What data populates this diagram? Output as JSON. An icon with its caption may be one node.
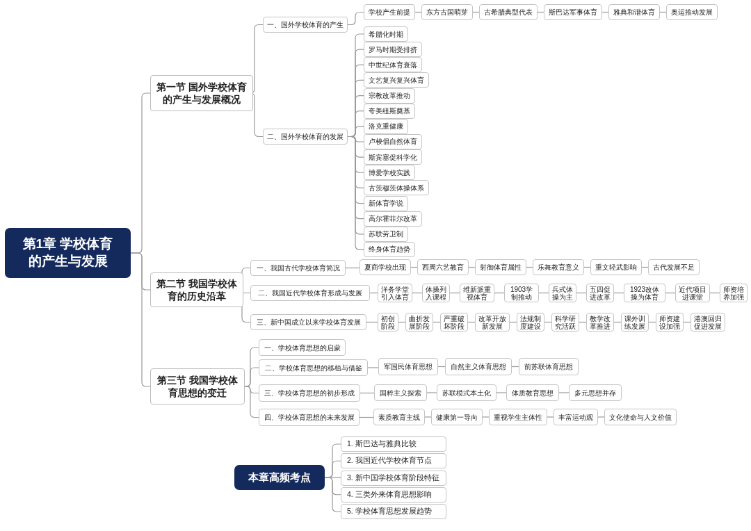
{
  "diagram": {
    "nodes": [
      {
        "text": [
          "第1章 学校体育的产生与发展"
        ]
      },
      {
        "text": [
          "第一节 国外学校体育的产生与发展概况"
        ]
      },
      {
        "text": [
          "一、国外学校体育的产生"
        ]
      },
      {
        "text": [
          "学校产生前提"
        ]
      },
      {
        "text": [
          "东方古国萌芽"
        ]
      },
      {
        "text": [
          "古希腊典型代表"
        ]
      },
      {
        "text": [
          "斯巴达军事体育"
        ]
      },
      {
        "text": [
          "雅典和谐体育"
        ]
      },
      {
        "text": [
          "奥运推动发展"
        ]
      },
      {
        "text": [
          "二、国外学校体育的发展"
        ]
      },
      {
        "text": [
          "希腊化时期"
        ]
      },
      {
        "text": [
          "罗马时期受排挤"
        ]
      },
      {
        "text": [
          "中世纪体育衰落"
        ]
      },
      {
        "text": [
          "文艺复兴复兴体育"
        ]
      },
      {
        "text": [
          "宗教改革推动"
        ]
      },
      {
        "text": [
          "夸美纽斯奠基"
        ]
      },
      {
        "text": [
          "洛克重健康"
        ]
      },
      {
        "text": [
          "卢梭倡自然体育"
        ]
      },
      {
        "text": [
          "斯宾塞促科学化"
        ]
      },
      {
        "text": [
          "博爱学校实践"
        ]
      },
      {
        "text": [
          "古茨穆茨体操体系"
        ]
      },
      {
        "text": [
          "新体育学说"
        ]
      },
      {
        "text": [
          "高尔霍菲尔改革"
        ]
      },
      {
        "text": [
          "苏联劳卫制"
        ]
      },
      {
        "text": [
          "终身体育趋势"
        ]
      },
      {
        "text": [
          "第二节 我国学校体育的历史沿革"
        ]
      },
      {
        "text": [
          "一、我国古代学校体育简况"
        ]
      },
      {
        "text": [
          "夏商学校出现"
        ]
      },
      {
        "text": [
          "西周六艺教育"
        ]
      },
      {
        "text": [
          "射御体育属性"
        ]
      },
      {
        "text": [
          "乐舞教育意义"
        ]
      },
      {
        "text": [
          "重文轻武影响"
        ]
      },
      {
        "text": [
          "古代发展不足"
        ]
      },
      {
        "text": [
          "二、我国近代学校体育形成与发展"
        ]
      },
      {
        "text": [
          "洋务学堂引入体育"
        ]
      },
      {
        "text": [
          "体操列入课程"
        ]
      },
      {
        "text": [
          "维新派重视体育"
        ]
      },
      {
        "text": [
          "1903学制推动"
        ]
      },
      {
        "text": [
          "兵式体操为主"
        ]
      },
      {
        "text": [
          "五四促进改革"
        ]
      },
      {
        "text": [
          "1923改体操为体育"
        ]
      },
      {
        "text": [
          "近代项目进课堂"
        ]
      },
      {
        "text": [
          "师资培养加强"
        ]
      },
      {
        "text": [
          "三、新中国成立以来学校体育发展"
        ]
      },
      {
        "text": [
          "初创阶段"
        ]
      },
      {
        "text": [
          "曲折发展阶段"
        ]
      },
      {
        "text": [
          "严重破坏阶段"
        ]
      },
      {
        "text": [
          "改革开放新发展"
        ]
      },
      {
        "text": [
          "法规制度建设"
        ]
      },
      {
        "text": [
          "科学研究活跃"
        ]
      },
      {
        "text": [
          "教学改革推进"
        ]
      },
      {
        "text": [
          "课外训练发展"
        ]
      },
      {
        "text": [
          "师资建设加强"
        ]
      },
      {
        "text": [
          "港澳回归促进发展"
        ]
      },
      {
        "text": [
          "第三节 我国学校体育思想的变迁"
        ]
      },
      {
        "text": [
          "一、学校体育思想的启蒙"
        ]
      },
      {
        "text": [
          "二、学校体育思想的移植与借鉴"
        ]
      },
      {
        "text": [
          "军国民体育思想"
        ]
      },
      {
        "text": [
          "自然主义体育思想"
        ]
      },
      {
        "text": [
          "前苏联体育思想"
        ]
      },
      {
        "text": [
          "三、学校体育思想的初步形成"
        ]
      },
      {
        "text": [
          "国粹主义探索"
        ]
      },
      {
        "text": [
          "苏联模式本土化"
        ]
      },
      {
        "text": [
          "体质教育思想"
        ]
      },
      {
        "text": [
          "多元思想并存"
        ]
      },
      {
        "text": [
          "四、学校体育思想的未来发展"
        ]
      },
      {
        "text": [
          "素质教育主线"
        ]
      },
      {
        "text": [
          "健康第一导向"
        ]
      },
      {
        "text": [
          "重视学生主体性"
        ]
      },
      {
        "text": [
          "丰富运动观"
        ]
      },
      {
        "text": [
          "文化使命与人文价值"
        ]
      },
      {
        "text": [
          "本章高频考点"
        ]
      },
      {
        "text": [
          "1. 斯巴达与雅典比较"
        ]
      },
      {
        "text": [
          "2. 我国近代学校体育节点"
        ]
      },
      {
        "text": [
          "3. 新中国学校体育阶段特征"
        ]
      },
      {
        "text": [
          "4. 三类外来体育思想影响"
        ]
      },
      {
        "text": [
          "5. 学校体育思想发展趋势"
        ]
      }
    ],
    "edges": [
      {
        "from": 0,
        "to": 1,
        "arrow": "none"
      },
      {
        "from": 0,
        "to": 25,
        "arrow": "none"
      },
      {
        "from": 0,
        "to": 54,
        "arrow": "none"
      },
      {
        "from": 1,
        "to": 2,
        "arrow": "none"
      },
      {
        "from": 1,
        "to": 9,
        "arrow": "none"
      },
      {
        "from": 2,
        "to": 3,
        "arrow": "none"
      },
      {
        "from": 3,
        "to": 4,
        "arrow": "none"
      },
      {
        "from": 4,
        "to": 5,
        "arrow": "none"
      },
      {
        "from": 5,
        "to": 6,
        "arrow": "none"
      },
      {
        "from": 6,
        "to": 7,
        "arrow": "none"
      },
      {
        "from": 7,
        "to": 8,
        "arrow": "none"
      },
      {
        "from": 9,
        "to": 10,
        "arrow": "none"
      },
      {
        "from": 9,
        "to": 11,
        "arrow": "none"
      },
      {
        "from": 9,
        "to": 12,
        "arrow": "none"
      },
      {
        "from": 9,
        "to": 13,
        "arrow": "none"
      },
      {
        "from": 9,
        "to": 14,
        "arrow": "none"
      },
      {
        "from": 9,
        "to": 15,
        "arrow": "none"
      },
      {
        "from": 9,
        "to": 16,
        "arrow": "none"
      },
      {
        "from": 9,
        "to": 17,
        "arrow": "none"
      },
      {
        "from": 9,
        "to": 18,
        "arrow": "none"
      },
      {
        "from": 9,
        "to": 19,
        "arrow": "none"
      },
      {
        "from": 9,
        "to": 20,
        "arrow": "none"
      },
      {
        "from": 9,
        "to": 21,
        "arrow": "none"
      },
      {
        "from": 9,
        "to": 22,
        "arrow": "none"
      },
      {
        "from": 9,
        "to": 23,
        "arrow": "none"
      },
      {
        "from": 9,
        "to": 24,
        "arrow": "none"
      },
      {
        "from": 25,
        "to": 26,
        "arrow": "none"
      },
      {
        "from": 25,
        "to": 33,
        "arrow": "none"
      },
      {
        "from": 25,
        "to": 43,
        "arrow": "none"
      },
      {
        "from": 26,
        "to": 27,
        "arrow": "none"
      },
      {
        "from": 27,
        "to": 28,
        "arrow": "none"
      },
      {
        "from": 28,
        "to": 29,
        "arrow": "none"
      },
      {
        "from": 29,
        "to": 30,
        "arrow": "none"
      },
      {
        "from": 30,
        "to": 31,
        "arrow": "none"
      },
      {
        "from": 31,
        "to": 32,
        "arrow": "none"
      },
      {
        "from": 33,
        "to": 34,
        "arrow": "none"
      },
      {
        "from": 34,
        "to": 35,
        "arrow": "none"
      },
      {
        "from": 35,
        "to": 36,
        "arrow": "none"
      },
      {
        "from": 36,
        "to": 37,
        "arrow": "none"
      },
      {
        "from": 37,
        "to": 38,
        "arrow": "none"
      },
      {
        "from": 38,
        "to": 39,
        "arrow": "none"
      },
      {
        "from": 39,
        "to": 40,
        "arrow": "none"
      },
      {
        "from": 40,
        "to": 41,
        "arrow": "none"
      },
      {
        "from": 41,
        "to": 42,
        "arrow": "none"
      },
      {
        "from": 43,
        "to": 44,
        "arrow": "none"
      },
      {
        "from": 44,
        "to": 45,
        "arrow": "none"
      },
      {
        "from": 45,
        "to": 46,
        "arrow": "none"
      },
      {
        "from": 46,
        "to": 47,
        "arrow": "none"
      },
      {
        "from": 47,
        "to": 48,
        "arrow": "none"
      },
      {
        "from": 48,
        "to": 49,
        "arrow": "none"
      },
      {
        "from": 49,
        "to": 50,
        "arrow": "none"
      },
      {
        "from": 50,
        "to": 51,
        "arrow": "none"
      },
      {
        "from": 51,
        "to": 52,
        "arrow": "none"
      },
      {
        "from": 52,
        "to": 53,
        "arrow": "none"
      },
      {
        "from": 54,
        "to": 55,
        "arrow": "none"
      },
      {
        "from": 54,
        "to": 56,
        "arrow": "none"
      },
      {
        "from": 54,
        "to": 60,
        "arrow": "none"
      },
      {
        "from": 54,
        "to": 65,
        "arrow": "none"
      },
      {
        "from": 56,
        "to": 57,
        "arrow": "none"
      },
      {
        "from": 57,
        "to": 58,
        "arrow": "none"
      },
      {
        "from": 58,
        "to": 59,
        "arrow": "none"
      },
      {
        "from": 60,
        "to": 61,
        "arrow": "none"
      },
      {
        "from": 61,
        "to": 62,
        "arrow": "none"
      },
      {
        "from": 62,
        "to": 63,
        "arrow": "none"
      },
      {
        "from": 63,
        "to": 64,
        "arrow": "none"
      },
      {
        "from": 65,
        "to": 66,
        "arrow": "none"
      },
      {
        "from": 66,
        "to": 67,
        "arrow": "none"
      },
      {
        "from": 67,
        "to": 68,
        "arrow": "none"
      },
      {
        "from": 68,
        "to": 69,
        "arrow": "none"
      },
      {
        "from": 69,
        "to": 70,
        "arrow": "none"
      },
      {
        "from": 71,
        "to": 72,
        "arrow": "none"
      },
      {
        "from": 71,
        "to": 73,
        "arrow": "none"
      },
      {
        "from": 71,
        "to": 74,
        "arrow": "none"
      },
      {
        "from": 71,
        "to": 75,
        "arrow": "none"
      },
      {
        "from": 71,
        "to": 76,
        "arrow": "none"
      }
    ]
  }
}
